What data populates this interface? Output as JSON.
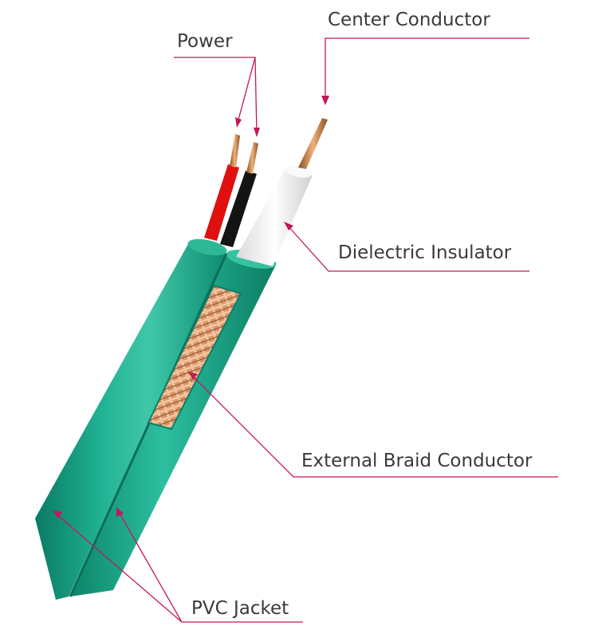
{
  "diagram": {
    "labels": {
      "center_conductor": "Center Conductor",
      "power": "Power",
      "dielectric_insulator": "Dielectric Insulator",
      "external_braid_conductor": "External Braid Conductor",
      "pvc_jacket": "PVC Jacket"
    },
    "colors": {
      "leader_line": "#c2185b",
      "jacket": "#17a387",
      "jacket_dark": "#0a7a63",
      "jacket_light": "#3fc7a8",
      "dielectric": "#f2f2f2",
      "copper": "#c8864f",
      "red_wire": "#e01010",
      "black_wire": "#111111",
      "label_text": "#3a3a3a"
    }
  }
}
